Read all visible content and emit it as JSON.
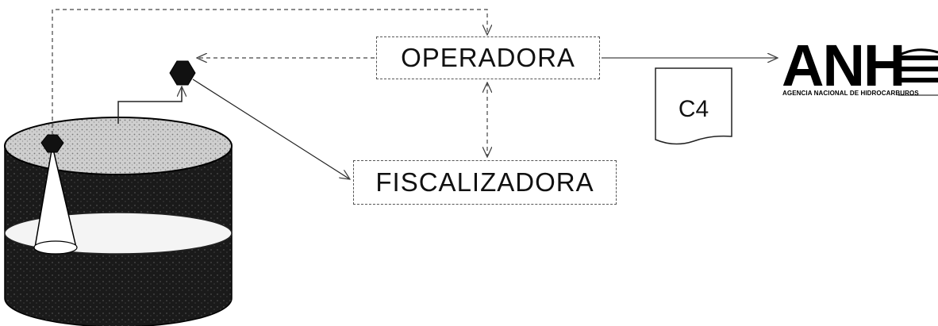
{
  "diagram": {
    "operadora_label": "OPERADORA",
    "fiscalizadora_label": "FISCALIZADORA",
    "document_label": "C4"
  },
  "logo": {
    "acronym": "ANH",
    "subtitle": "AGENCIA NACIONAL DE HIDROCARBUROS"
  },
  "colors": {
    "tank_dark": "#111111",
    "line": "#444444",
    "background": "#ffffff"
  }
}
